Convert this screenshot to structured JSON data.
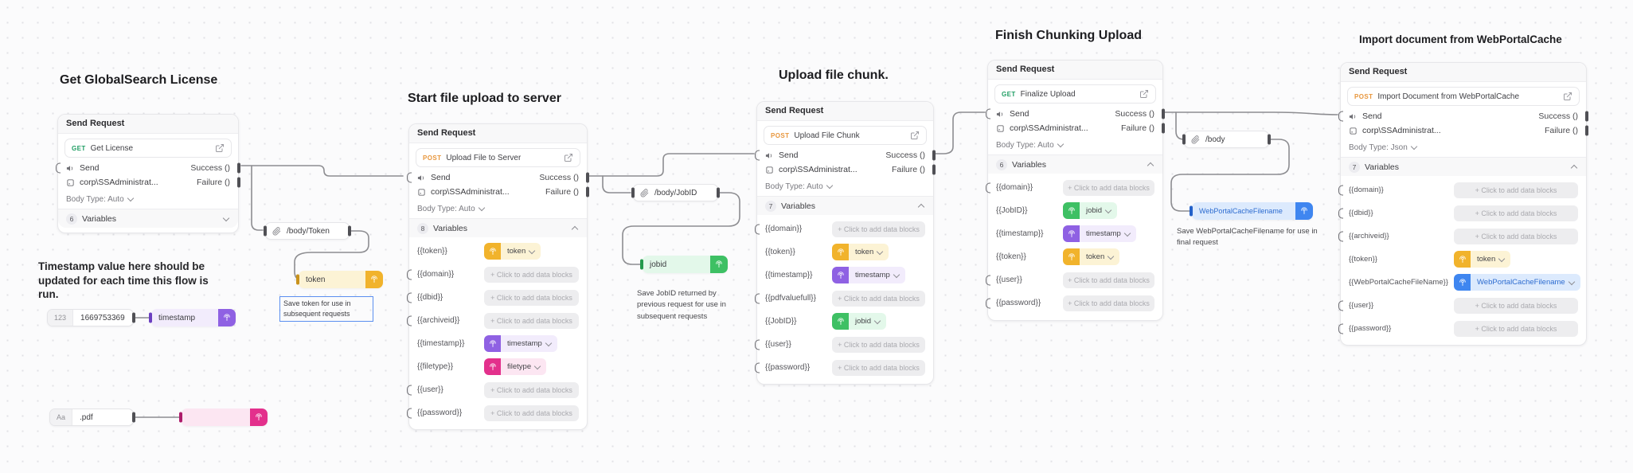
{
  "ui": {
    "card_header": "Send Request",
    "variables_label": "Variables",
    "add_block": "+ Click to add data blocks"
  },
  "colors": {
    "get_method": "#1f9d63",
    "post_method": "#e8963c",
    "token": "#f1b32c",
    "timestamp": "#8f61e3",
    "filetype": "#e3308c",
    "jobid": "#3ec064",
    "webportalcachefilename": "#3f86f0",
    "wire": "#8d8d91",
    "note_selection_border": "#5b8ff0"
  },
  "cards": [
    {
      "title": "Get GlobalSearch License",
      "method": "GET",
      "request_name": "Get License",
      "send": "Send",
      "success": "Success ()",
      "failure": "Failure ()",
      "identity": "corp\\SSAdministrat...",
      "body_type": "Body Type: Auto",
      "var_count": "6",
      "vars": []
    },
    {
      "title": "Start file upload to server",
      "method": "POST",
      "request_name": "Upload File to Server",
      "send": "Send",
      "success": "Success ()",
      "failure": "Failure ()",
      "identity": "corp\\SSAdministrat...",
      "body_type": "Body Type: Auto",
      "var_count": "8",
      "vars": [
        {
          "label": "{{token}}",
          "value": "token"
        },
        {
          "label": "{{domain}}",
          "value": ""
        },
        {
          "label": "{{dbid}}",
          "value": ""
        },
        {
          "label": "{{archiveid}}",
          "value": ""
        },
        {
          "label": "{{timestamp}}",
          "value": "timestamp"
        },
        {
          "label": "{{filetype}}",
          "value": "filetype"
        },
        {
          "label": "{{user}}",
          "value": ""
        },
        {
          "label": "{{password}}",
          "value": ""
        }
      ]
    },
    {
      "title": "Upload file chunk.",
      "method": "POST",
      "request_name": "Upload File Chunk",
      "send": "Send",
      "success": "Success ()",
      "failure": "Failure ()",
      "identity": "corp\\SSAdministrat...",
      "body_type": "Body Type: Auto",
      "var_count": "7",
      "vars": [
        {
          "label": "{{domain}}",
          "value": ""
        },
        {
          "label": "{{token}}",
          "value": "token"
        },
        {
          "label": "{{timestamp}}",
          "value": "timestamp"
        },
        {
          "label": "{{pdfvaluefull}}",
          "value": ""
        },
        {
          "label": "{{JobID}}",
          "value": "jobid"
        },
        {
          "label": "{{user}}",
          "value": ""
        },
        {
          "label": "{{password}}",
          "value": ""
        }
      ]
    },
    {
      "title": "Finish Chunking Upload",
      "method": "GET",
      "request_name": "Finalize Upload",
      "send": "Send",
      "success": "Success ()",
      "failure": "Failure ()",
      "identity": "corp\\SSAdministrat...",
      "body_type": "Body Type: Auto",
      "var_count": "6",
      "vars": [
        {
          "label": "{{domain}}",
          "value": ""
        },
        {
          "label": "{{JobID}}",
          "value": "jobid"
        },
        {
          "label": "{{timestamp}}",
          "value": "timestamp"
        },
        {
          "label": "{{token}}",
          "value": "token"
        },
        {
          "label": "{{user}}",
          "value": ""
        },
        {
          "label": "{{password}}",
          "value": ""
        }
      ]
    },
    {
      "title": "Import document from WebPortalCache",
      "method": "POST",
      "request_name": "Import Document from WebPortalCache",
      "send": "Send",
      "success": "Success ()",
      "failure": "Failure ()",
      "identity": "corp\\SSAdministrat...",
      "body_type": "Body Type: Json",
      "var_count": "7",
      "vars": [
        {
          "label": "{{domain}}",
          "value": ""
        },
        {
          "label": "{{dbid}}",
          "value": ""
        },
        {
          "label": "{{archiveid}}",
          "value": ""
        },
        {
          "label": "{{token}}",
          "value": "token"
        },
        {
          "label": "{{WebPortalCacheFileName}}",
          "value": "WebPortalCacheFilename"
        },
        {
          "label": "{{user}}",
          "value": ""
        },
        {
          "label": "{{password}}",
          "value": ""
        }
      ]
    }
  ],
  "nodes": {
    "body_token": "/body/Token",
    "token": "token",
    "num_prefix": "123",
    "num_value": "1669753369",
    "timestamp": "timestamp",
    "text_prefix": "Aa",
    "text_value": ".pdf",
    "body_jobid": "/body/JobID",
    "jobid": "jobid",
    "body": "/body",
    "wpcf": "WebPortalCacheFilename"
  },
  "notes": {
    "timestamp": "Timestamp value here should be updated for each time this flow is run.",
    "token": "Save token for use in subsequent requests",
    "jobid": "Save JobID returned by previous request for use in subsequent requests",
    "wpcf": "Save WebPortalCacheFilename for use in final request"
  }
}
